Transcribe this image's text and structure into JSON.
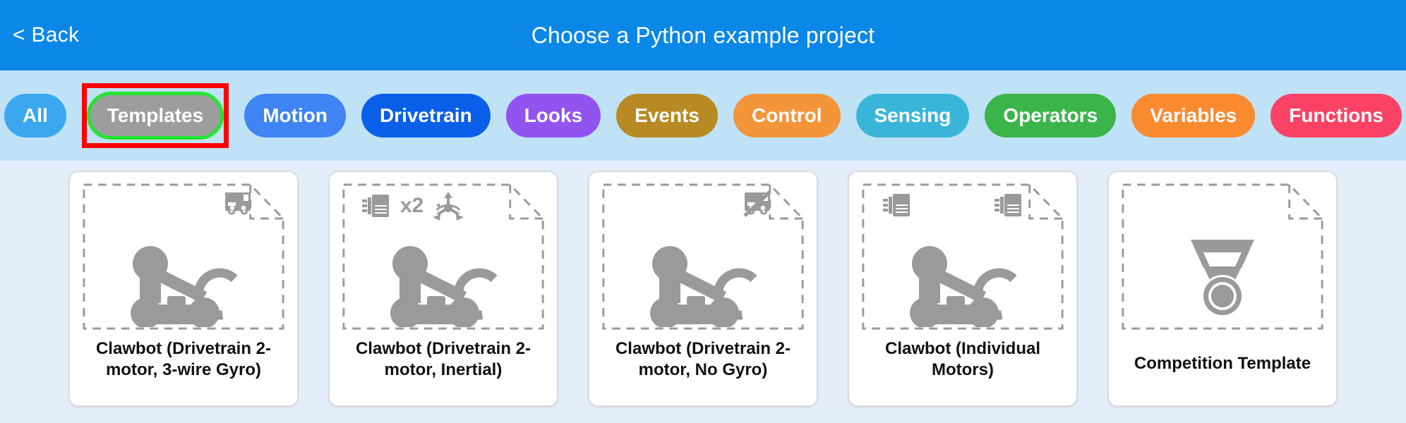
{
  "header": {
    "back_label": "< Back",
    "title": "Choose a Python example project",
    "bg_color": "#0b87e8"
  },
  "category_bar": {
    "bg_color": "#bfe2f7",
    "selected": "Templates",
    "highlight_color": "#ff0000",
    "selected_outline_color": "#23e532",
    "selected_bg_color": "#9d9d9d",
    "pills": [
      {
        "label": "All",
        "color": "#3aa7ef"
      },
      {
        "label": "Templates",
        "color": "#9d9d9d"
      },
      {
        "label": "Motion",
        "color": "#3f84f2"
      },
      {
        "label": "Drivetrain",
        "color": "#0a5fe8"
      },
      {
        "label": "Looks",
        "color": "#9254f0"
      },
      {
        "label": "Events",
        "color": "#b88a23"
      },
      {
        "label": "Control",
        "color": "#f49539"
      },
      {
        "label": "Sensing",
        "color": "#3ab5da"
      },
      {
        "label": "Operators",
        "color": "#3bb44a"
      },
      {
        "label": "Variables",
        "color": "#fa8a30"
      },
      {
        "label": "Functions",
        "color": "#fa4364"
      }
    ]
  },
  "projects": {
    "bg_color": "#e4eefb",
    "cards": [
      {
        "label": "Clawbot (Drivetrain 2-motor, 3-wire Gyro)",
        "icons": [
          "gyro-sensor-icon"
        ],
        "icon_layout": "right",
        "robot": "clawbot"
      },
      {
        "label": "Clawbot (Drivetrain 2-motor, Inertial)",
        "icons": [
          "motor-icon",
          "x2",
          "inertial-sensor-icon"
        ],
        "icon_layout": "left",
        "robot": "clawbot"
      },
      {
        "label": "Clawbot (Drivetrain 2-motor, No Gyro)",
        "icons": [
          "gyro-sensor-disabled-icon"
        ],
        "icon_layout": "right",
        "robot": "clawbot"
      },
      {
        "label": "Clawbot (Individual Motors)",
        "icons": [
          "motor-icon",
          "motor-icon"
        ],
        "icon_layout": "spread",
        "robot": "clawbot"
      },
      {
        "label": "Competition Template",
        "icons": [],
        "icon_layout": "none",
        "robot": "medal"
      }
    ]
  }
}
